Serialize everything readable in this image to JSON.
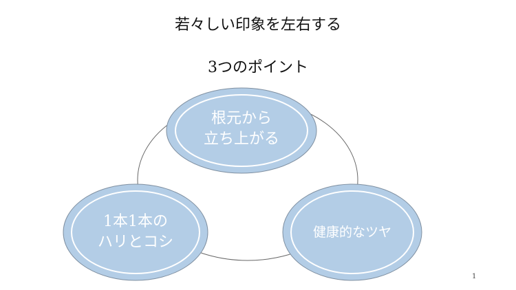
{
  "slide": {
    "title": "若々しい印象を左右する",
    "subtitle": "3つのポイント",
    "page_number": "1"
  },
  "diagram": {
    "nodes": [
      {
        "line1": "根元から",
        "line2": "立ち上がる"
      },
      {
        "line1": "1本1本の",
        "line2": "ハリとコシ"
      },
      {
        "line1": "健康的なツヤ"
      }
    ],
    "colors": {
      "fill": "#b3cde6",
      "stroke": "#7f8fa0",
      "text": "#ffffff"
    }
  }
}
